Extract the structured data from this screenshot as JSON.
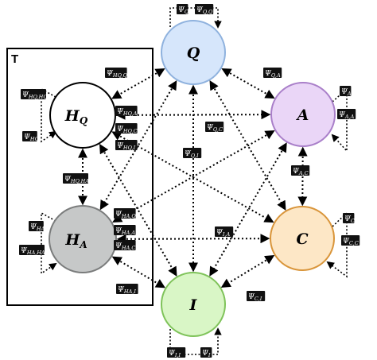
{
  "nodes": {
    "Q": {
      "letter": "Q",
      "sub": "",
      "fill": "#d6e6fb",
      "stroke": "#8fb2de"
    },
    "A": {
      "letter": "A",
      "sub": "",
      "fill": "#ead6f7",
      "stroke": "#a97fc9"
    },
    "C": {
      "letter": "C",
      "sub": "",
      "fill": "#fde7c6",
      "stroke": "#d9953a"
    },
    "I": {
      "letter": "I",
      "sub": "",
      "fill": "#d9f6c6",
      "stroke": "#7fc35a"
    },
    "HQ": {
      "letter": "H",
      "sub": "Q",
      "fill": "#ffffff",
      "stroke": "#000000"
    },
    "HA": {
      "letter": "H",
      "sub": "A",
      "fill": "#c6c8c8",
      "stroke": "#7a7c7c"
    }
  },
  "group_box": {
    "label": "T"
  },
  "params": {
    "QQ": {
      "base": "Ψ",
      "sub": "Q,Q"
    },
    "Q_top": {
      "base": "Ψ",
      "sub": "Q"
    },
    "HQQ": {
      "base": "Ψ",
      "sub": "HQ,Q"
    },
    "QA": {
      "base": "Ψ",
      "sub": "Q,A"
    },
    "A": {
      "base": "Ψ",
      "sub": "A"
    },
    "AA": {
      "base": "Ψ",
      "sub": "A,A"
    },
    "HQHQ": {
      "base": "Ψ",
      "sub": "HQ,HQ"
    },
    "HQ": {
      "base": "Ψ",
      "sub": "HQ"
    },
    "HQA": {
      "base": "Ψ",
      "sub": "HQ,A"
    },
    "HQC": {
      "base": "Ψ",
      "sub": "HQ,C"
    },
    "HQI": {
      "base": "Ψ",
      "sub": "HQ,I"
    },
    "QC": {
      "base": "Ψ",
      "sub": "Q,C"
    },
    "QI": {
      "base": "Ψ",
      "sub": "Q,I"
    },
    "AC": {
      "base": "Ψ",
      "sub": "A,C"
    },
    "HQHA": {
      "base": "Ψ",
      "sub": "HQ,HA"
    },
    "HAQ": {
      "base": "Ψ",
      "sub": "HA,Q"
    },
    "HAA": {
      "base": "Ψ",
      "sub": "HA,A"
    },
    "HAC": {
      "base": "Ψ",
      "sub": "HA,C"
    },
    "HA": {
      "base": "Ψ",
      "sub": "HA"
    },
    "HAHA": {
      "base": "Ψ",
      "sub": "HA,HA"
    },
    "IA": {
      "base": "Ψ",
      "sub": "I,A"
    },
    "C": {
      "base": "Ψ",
      "sub": "C"
    },
    "CC": {
      "base": "Ψ",
      "sub": "C,C"
    },
    "HAI": {
      "base": "Ψ",
      "sub": "HA,I"
    },
    "CI": {
      "base": "Ψ",
      "sub": "C,I"
    },
    "II": {
      "base": "Ψ",
      "sub": "I,I"
    },
    "I": {
      "base": "Ψ",
      "sub": "I"
    }
  }
}
